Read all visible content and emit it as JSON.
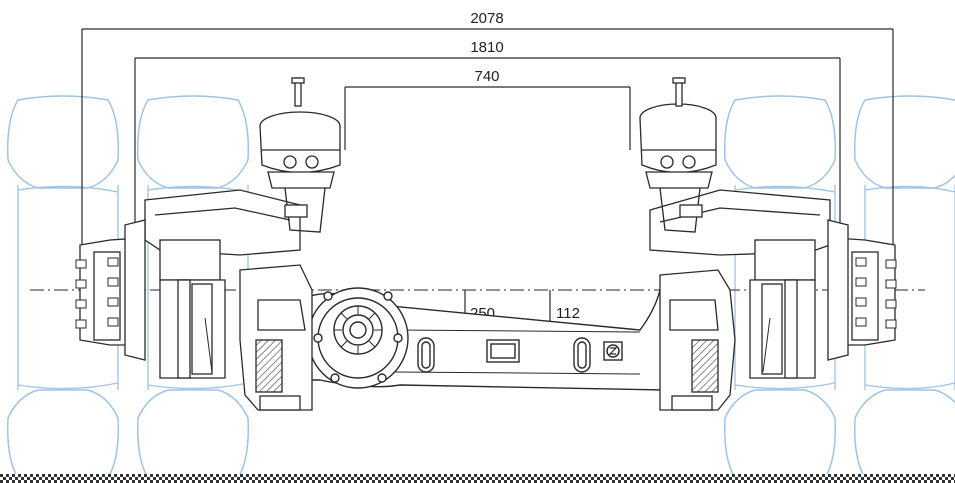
{
  "dimensions": {
    "overall_width": "2078",
    "track_width": "1810",
    "chamber_spacing": "740",
    "height_to_center": "250",
    "offset": "112"
  },
  "colors": {
    "line": "#2a2a2a",
    "tire": "#9fc3e6",
    "hatch": "#555555"
  },
  "icons": {
    "logo": "zf-logo-icon"
  }
}
